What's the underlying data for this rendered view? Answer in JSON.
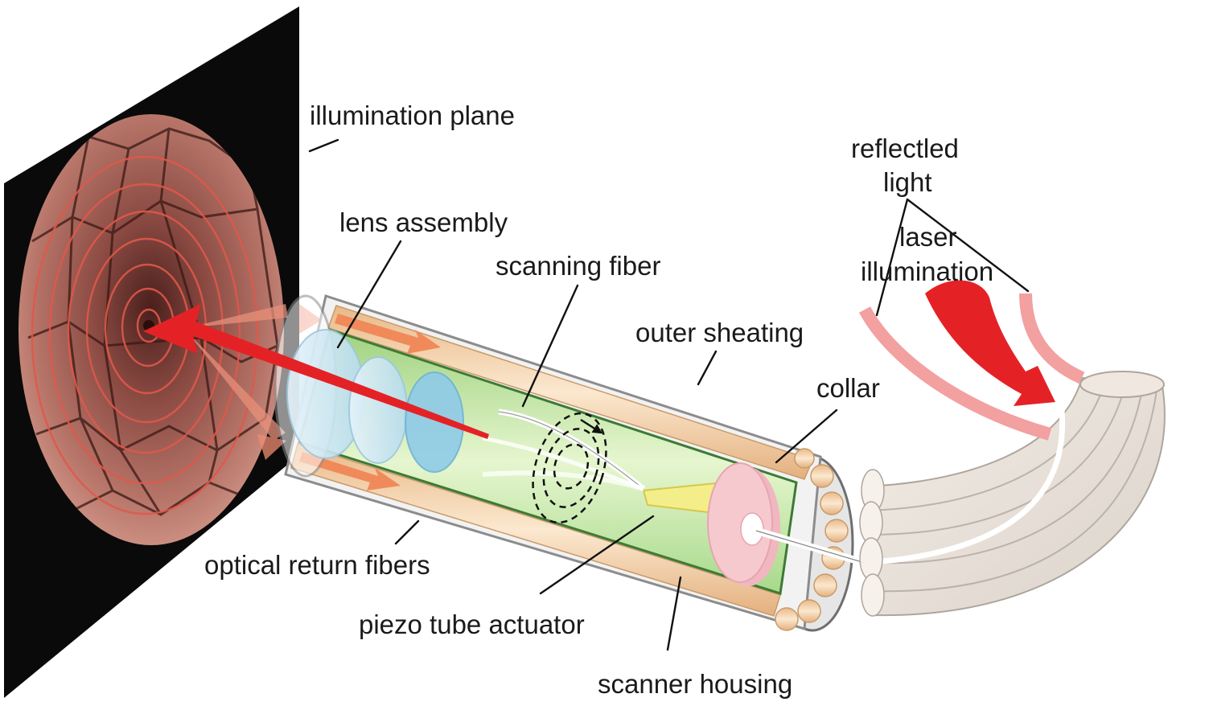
{
  "labels": {
    "illumination_plane": "illumination plane",
    "lens_assembly": "lens assembly",
    "scanning_fiber": "scanning fiber",
    "outer_sheating": "outer sheating",
    "collar": "collar",
    "reflected_light_line1": "reflectled",
    "reflected_light_line2": "light",
    "laser_illumination_line1": "laser",
    "laser_illumination_line2": "illumination",
    "optical_return_fibers": "optical return fibers",
    "piezo_tube_actuator": "piezo tube actuator",
    "scanner_housing": "scanner housing"
  },
  "colors": {
    "plane_background": "#0a0a0a",
    "tissue": "#b06a5c",
    "spiral": "#e0584a",
    "laser_red": "#e42226",
    "reflected_pink": "#f2a0a0",
    "inner_green": "#b9e3a0",
    "fiber_tan": "#f4d5ae",
    "housing_gray": "#8c8c8c",
    "collar_pink": "#f6c9cf"
  },
  "icons": {
    "scan_pattern": "dashed-elliptical-spiral-icon",
    "scan_direction": "arrowhead-icon"
  }
}
